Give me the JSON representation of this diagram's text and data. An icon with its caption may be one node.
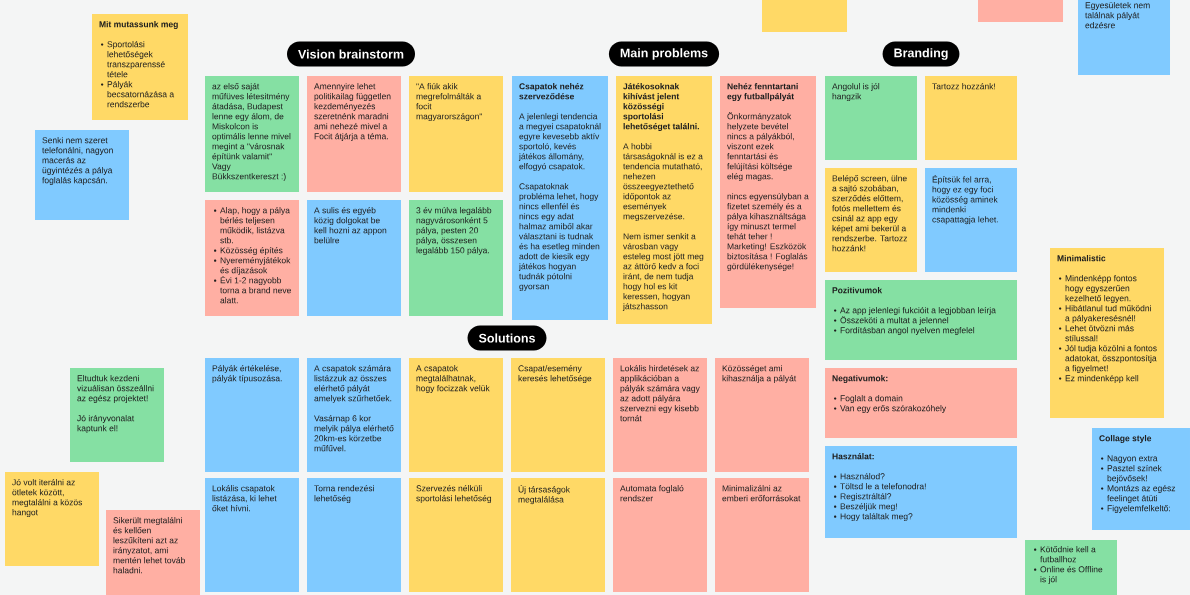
{
  "diagram": {
    "nodes": [
      {
        "text": [
          "Mit mutassunk meg",
          "Sportolási lehetőségek transzparenssé tétele",
          "Pályák becsatornázása a rendszerbe"
        ]
      },
      {
        "text": [
          "Senki nem szeret telefonálni, nagyon macerás az ügyintézés a pálya foglalás kapcsán."
        ]
      },
      {
        "text": [
          "Vision brainstorm"
        ]
      },
      {
        "text": [
          "az első saját műfüves létesitmény átadása, Budapest lenne egy álom, de Miskolcon is optimális lenne mivel megint a \"városnak építünk valamit\" Vagy Bükkszentkereszt :)"
        ]
      },
      {
        "text": [
          "Amennyire lehet politikailag független kezdeményezés szeretnénk maradni ami nehezé mivel a Focit átjárja a téma."
        ]
      },
      {
        "text": [
          "\"A fiúk akik megrefolmálták a focit magyarországon\""
        ]
      },
      {
        "text": [
          "Alap, hogy a pálya bérlés teljesen működik, listázva stb.",
          "Közösség építés",
          "Nyereményjátékok és díjazások",
          "Évi 1-2 nagyobb torna a brand neve alatt."
        ]
      },
      {
        "text": [
          "A sulis és egyéb közig dolgokat be kell hozni az appon belülre"
        ]
      },
      {
        "text": [
          "3 év múlva legalább nagyvárosonként 5 pálya, pesten 20 pálya, összesen legalább 150 pálya."
        ]
      },
      {
        "text": [
          "Main problems"
        ]
      },
      {
        "text": [
          "Csapatok nehéz szerveződése",
          "A jelenlegi tendencia a megyei csapatoknál egyre kevesebb aktív sportoló, kevés játékos állomány, elfogyó csapatok.",
          "Csapatoknak probléma lehet, hogy nincs ellenfél és nincs egy adat halmaz amiből akar választani is tudnak és ha esetleg minden adott de kiesik egy játékos hogyan tudnák pótolni gyorsan"
        ]
      },
      {
        "text": [
          "Játékosoknak kihívást jelent közösségi sportolási lehetőséget találni.",
          "A hobbi társaságoknál is ez a tendencia mutatható, nehezen összeegyeztethető időpontok az események megszervezése.",
          "Nem ismer senkit a városban vagy esteleg most jött meg az áttörő kedv a foci iránt, de nem tudja hogy hol es kit keressen, hogyan játszhasson"
        ]
      },
      {
        "text": [
          "Nehéz fenntartani egy futballpályát",
          "Önkormányzatok helyzete bevétel nincs a pályákból, viszont ezek fenntartási és felújítási költsége elég magas.",
          "nincs egyensúlyban a fizetet személy és a pálya kihasználtsága így minuszt termel tehát teher ! Marketing! Eszközök biztosítása ! Foglalás gördülékenysége!"
        ]
      },
      {
        "text": [],
        "shape": "box"
      },
      {
        "text": [],
        "shape": "box"
      },
      {
        "text": [
          "Egyesületek nem találnak pályát edzésre"
        ]
      },
      {
        "text": [
          "Branding"
        ]
      },
      {
        "text": [
          "Angolul is jól hangzik"
        ]
      },
      {
        "text": [
          "Tartozz hozzánk!"
        ]
      },
      {
        "text": [
          "Belépő screen, ülne a sajtó szobában, szerződés előttem, fotós mellettem és csinál az app egy képet ami bekerül a rendszerbe. Tartozz hozzánk!"
        ]
      },
      {
        "text": [
          "Építsük fel arra, hogy ez egy foci közösség aminek mindenki csapattagja lehet."
        ]
      },
      {
        "text": [
          "Pozitivumok",
          "Az app jelenlegi fukcióit a legjobban leírja",
          "Összeköti a multat a jelennel",
          "Fordításban angol nyelven megfelel"
        ]
      },
      {
        "text": [
          "Negativumok:",
          "Foglalt a domain",
          "Van egy erős szórakozóhely"
        ]
      },
      {
        "text": [
          "Használat:",
          "Használod?",
          "Töltsd le a telefonodra!",
          "Regisztráltál?",
          "Beszéljük meg!",
          "Hogy találtak meg?"
        ]
      },
      {
        "text": [
          "Minimalistic",
          "Mindenképp fontos hogy egyszerűen kezelhető legyen.",
          "Hibátlanul tud működni a pályakeresésnél!",
          "Lehet ötvözni más stílussal!",
          "Jól tudja közölni a fontos adatokat, összpontosítja a figyelmet!",
          "Ez mindenképp kell"
        ]
      },
      {
        "text": [
          "Collage style",
          "Nagyon extra",
          "Pasztel színek bejövősek!",
          "Montázs az egész feelinget átüti",
          "Figyelemfelkeltő:"
        ]
      },
      {
        "text": [
          "Kötődnie kell a futballhoz",
          "Online és Offline is jól"
        ]
      },
      {
        "text": [
          "Solutions"
        ]
      },
      {
        "text": [
          "Pályák értékelése, pályák típusozása."
        ]
      },
      {
        "text": [
          "A csapatok számára listázzuk az összes elérhető pályát amelyek szűrhetőek.",
          "Vasárnap 6 kor melyik pálya elérhető 20km-es körzetbe műfűvel."
        ]
      },
      {
        "text": [
          "A csapatok megtalálhatnak, hogy focizzak velük"
        ]
      },
      {
        "text": [
          "Csapat/esemény keresés lehetősége"
        ]
      },
      {
        "text": [
          "Lokális hirdetések az applikációban a pályák számára vagy az adott pályára szervezni egy kisebb tornát"
        ]
      },
      {
        "text": [
          "Közösséget ami kihasználja a pályát"
        ]
      },
      {
        "text": [
          "Lokális csapatok listázása, ki lehet őket hívni."
        ]
      },
      {
        "text": [
          "Torna rendezési lehetőség"
        ]
      },
      {
        "text": [
          "Szervezés nélküli sportolási lehetőség"
        ]
      },
      {
        "text": [
          "Új társaságok megtalálása"
        ]
      },
      {
        "text": [
          "Automata foglaló rendszer"
        ]
      },
      {
        "text": [
          "Minimalizálni az emberi erőforrásokat"
        ]
      },
      {
        "text": [
          "Eltudtuk kezdeni vizuálisan összeállni az egész projektet!",
          "Jó irányvonalat kaptunk el!"
        ]
      },
      {
        "text": [
          "Jó volt iterálni az ötletek között, megtalálni a közös hangot"
        ]
      },
      {
        "text": [
          "Sikerült megtalálni és kellően leszűkíteni azt az irányzatot, ami mentén lehet továb haladni."
        ]
      }
    ]
  }
}
